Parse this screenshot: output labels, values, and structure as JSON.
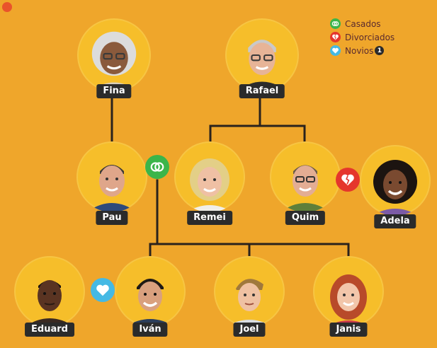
{
  "legend": {
    "married": "Casados",
    "divorced": "Divorciados",
    "dating": "Novios",
    "dating_note": "1"
  },
  "people": {
    "fina": {
      "name": "Fina"
    },
    "rafael": {
      "name": "Rafael"
    },
    "pau": {
      "name": "Pau"
    },
    "remei": {
      "name": "Remei"
    },
    "quim": {
      "name": "Quim"
    },
    "adela": {
      "name": "Adela"
    },
    "eduard": {
      "name": "Eduard"
    },
    "ivan": {
      "name": "Iván"
    },
    "joel": {
      "name": "Joel"
    },
    "janis": {
      "name": "Janis"
    }
  },
  "colors": {
    "background": "#efa62b",
    "portrait_ring": "#f6be2a",
    "tag": "#2b2b2b",
    "married": "#3bb54a",
    "divorced": "#e5362c",
    "dating": "#45b9e4"
  },
  "icons": {
    "married": "rings-icon",
    "divorced": "broken-heart-icon",
    "dating": "heart-icon"
  }
}
